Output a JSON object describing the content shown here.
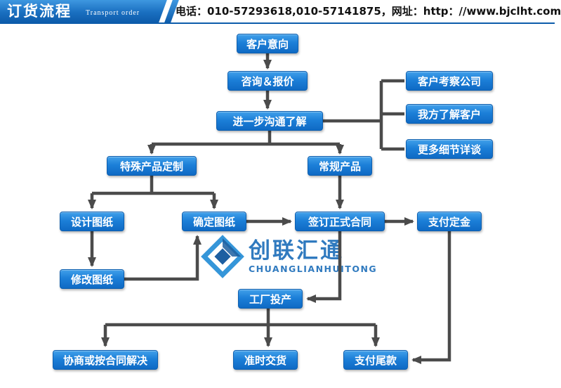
{
  "header": {
    "title": "订货流程",
    "subtitle": "Transport order",
    "contact": "电话：010-57293618,010-57141875，网址：http：//www.bjclht.com"
  },
  "watermark": {
    "brand": "创联汇通",
    "brand_latin": "CHUANGLIANHUITONG"
  },
  "flow": {
    "nodes": [
      {
        "id": "customer-intent",
        "label": "客户意向"
      },
      {
        "id": "consult-quote",
        "label": "咨询＆报价"
      },
      {
        "id": "further-communication",
        "label": "进一步沟通了解"
      },
      {
        "id": "customer-visit-company",
        "label": "客户考察公司"
      },
      {
        "id": "we-know-customer",
        "label": "我方了解客户"
      },
      {
        "id": "more-details-talk",
        "label": "更多细节详谈"
      },
      {
        "id": "special-product-custom",
        "label": "特殊产品定制"
      },
      {
        "id": "regular-product",
        "label": "常规产品"
      },
      {
        "id": "design-drawing",
        "label": "设计图纸"
      },
      {
        "id": "confirm-drawing",
        "label": "确定图纸"
      },
      {
        "id": "sign-formal-contract",
        "label": "签订正式合同"
      },
      {
        "id": "pay-deposit",
        "label": "支付定金"
      },
      {
        "id": "modify-drawing",
        "label": "修改图纸"
      },
      {
        "id": "factory-production",
        "label": "工厂投产"
      },
      {
        "id": "negotiate-or-contract",
        "label": "协商或按合同解决"
      },
      {
        "id": "on-time-delivery",
        "label": "准时交货"
      },
      {
        "id": "pay-balance",
        "label": "支付尾款"
      }
    ]
  },
  "colors": {
    "node_blue": "#1c7fd8",
    "arrow_gray": "#4b4b4b",
    "header_blue": "#0d5cab",
    "brand_blue": "#2a76bd"
  }
}
